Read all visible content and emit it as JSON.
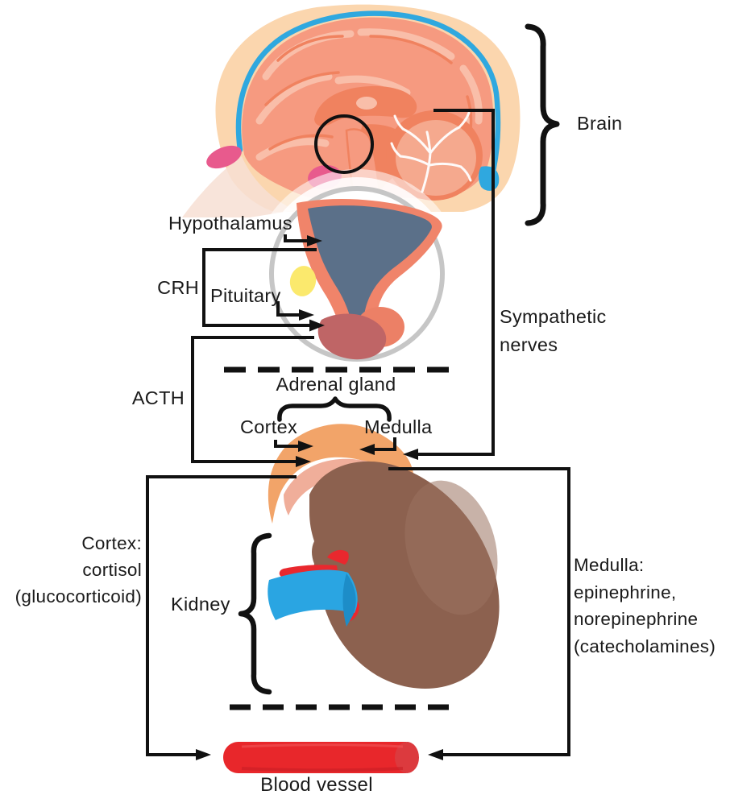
{
  "diagram": {
    "labels": {
      "hypothalamus": "Hypothalamus",
      "crh": "CRH",
      "pituitary": "Pituitary",
      "brain": "Brain",
      "sympathetic_nerves": [
        "Sympathetic",
        "nerves"
      ],
      "adrenal_gland": "Adrenal gland",
      "cortex": "Cortex",
      "medulla": "Medulla",
      "acth": "ACTH",
      "cortex_hormones": [
        "Cortex:",
        "cortisol",
        "(glucocorticoid)"
      ],
      "kidney": "Kidney",
      "medulla_hormones": [
        "Medulla:",
        "epinephrine,",
        "norepinephrine",
        "(catecholamines)"
      ],
      "blood_vessel": "Blood vessel"
    },
    "colors": {
      "line": "#111111",
      "text": "#1a1a1a",
      "skin": "#FBD6AE",
      "brain_base": "#F69A80",
      "brain_light": "#F9BEA9",
      "brain_dark": "#F0825F",
      "meninges_blue": "#2FA8DF",
      "pink_spot": "#E85A8D",
      "magnifier_rim": "#C6C6C6",
      "hypothalamus_fill": "#5B7089",
      "stalk_salmon": "#F0846A",
      "optic_yellow": "#FBE96D",
      "pituitary_front": "#BF6566",
      "pituitary_back": "#EC8066",
      "adrenal_cortex": "#F2A469",
      "adrenal_medulla": "#F0AE9A",
      "kidney_brown": "#8C614F",
      "artery_red": "#E9282E",
      "vein_blue": "#2AA5E2",
      "blood_vessel_red": "#E8272B"
    }
  }
}
